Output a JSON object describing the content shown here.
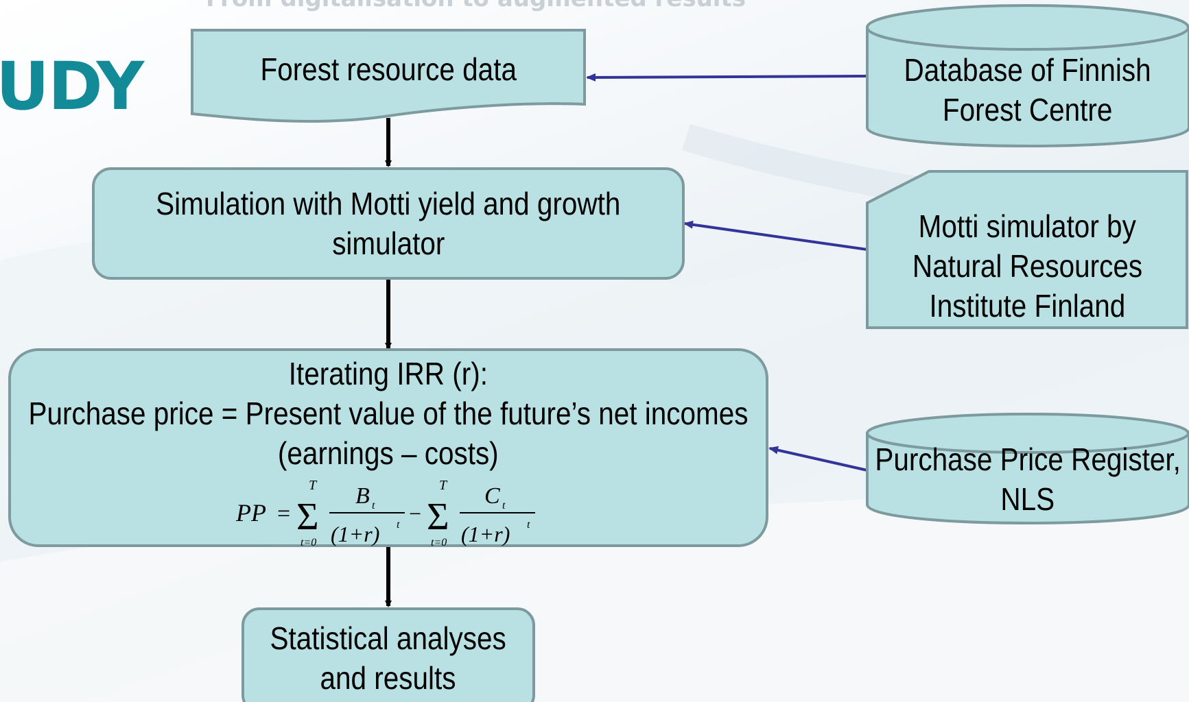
{
  "slide": {
    "heading": "UDY",
    "tagline": "From digitalisation to augmented results"
  },
  "nodes": {
    "forest_resource_data": {
      "label": "Forest resource data"
    },
    "simulation": {
      "lines": [
        "Simulation with Motti yield and growth",
        "simulator"
      ]
    },
    "irr": {
      "lines": [
        "Iterating IRR (r):",
        "Purchase price = Present value of the future’s net incomes",
        "(earnings – costs)"
      ],
      "formula": {
        "lhs": "PP",
        "eq": "=",
        "sum_upper": "T",
        "sum_lower": "t=0",
        "term1_num": "B",
        "term1_sub": "t",
        "denominator": "(1+r)",
        "exponent": "t",
        "minus": "−",
        "term2_num": "C",
        "term2_sub": "t"
      }
    },
    "results": {
      "lines": [
        "Statistical analyses",
        "and results"
      ]
    }
  },
  "sources": {
    "finnish_forest_centre": {
      "lines": [
        "Database of Finnish",
        "Forest Centre"
      ]
    },
    "motti_simulator": {
      "lines": [
        "Motti simulator by",
        "Natural Resources",
        "Institute Finland"
      ]
    },
    "purchase_price_register": {
      "lines": [
        "Purchase Price Register,",
        "NLS"
      ]
    }
  },
  "colors": {
    "node_fill": "#b9e0e3",
    "node_stroke": "#7d9a9e",
    "flow_arrow": "#000000",
    "input_arrow": "#33349a",
    "heading": "#138a97"
  }
}
